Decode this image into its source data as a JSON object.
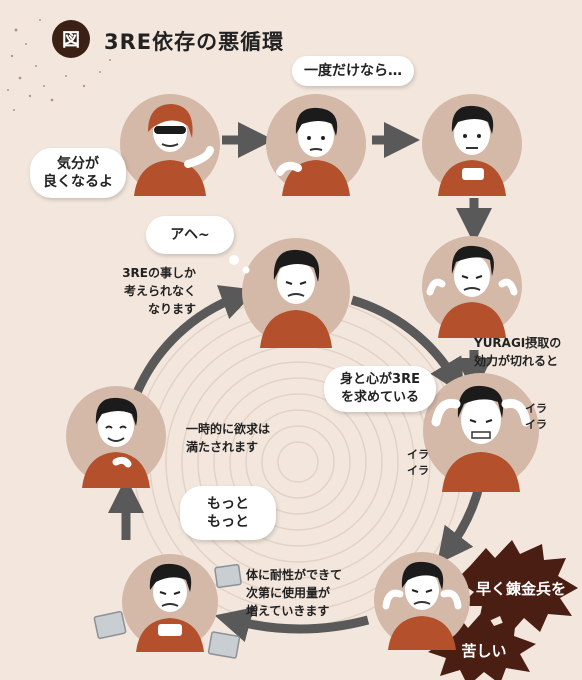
{
  "header": {
    "badge": "図",
    "title": "3RE依存の悪循環"
  },
  "speech": {
    "feel_good": "気分が\n良くなるよ",
    "just_once": "一度だけなら…",
    "ahe": "アヘ~",
    "body_mind": "身と心が3RE\nを求めている",
    "motto": "もっと\nもっと"
  },
  "captions": {
    "think_only": "3REの事しか\n考えられなく\nなります",
    "temp_satisfied": "一時的に欲求は\n満たされます",
    "effect_wears": "YURAGI摂取の\n効力が切れると",
    "tolerance": "体に耐性ができて\n次第に使用量が\n増えていきます",
    "ira_right": "イラ\nイラ",
    "ira_left": "イラ\nイラ"
  },
  "bursts": {
    "top": "早く錬金兵を",
    "bottom": "苦しい"
  },
  "colors": {
    "circle": "#d4b8a8",
    "shirt": "#b4502b",
    "arrow": "#595959",
    "hair": "#1b1b1b",
    "burst": "#4a1e12",
    "badge": "#3b2016"
  }
}
